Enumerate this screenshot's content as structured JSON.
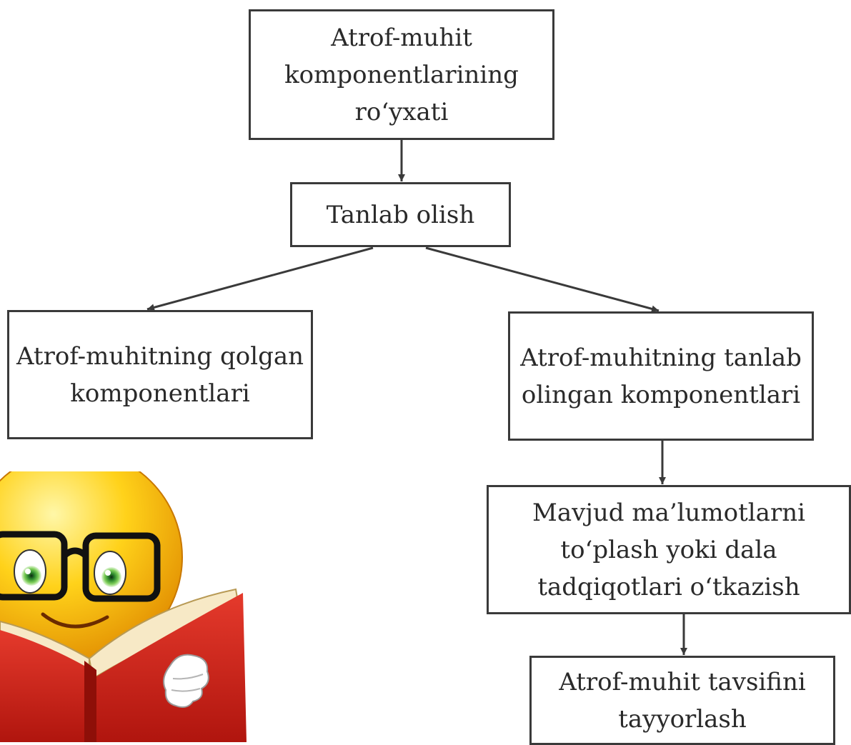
{
  "nodes": {
    "list": "Atrof-muhit\nkomponentlarining\nro‘yxati",
    "select": "Tanlab olish",
    "remaining": "Atrof-muhitning qolgan\nkomponentlari",
    "selected": "Atrof-muhitning tanlab\nolingan komponentlari",
    "collect": "Mavjud ma’lumotlarni\nto‘plash yoki dala\ntadqiqotlari o‘tkazish",
    "describe": "Atrof-muhit tavsifini\ntayyorlash"
  },
  "edges": [
    {
      "from": "list",
      "to": "select"
    },
    {
      "from": "select",
      "to": "remaining"
    },
    {
      "from": "select",
      "to": "selected"
    },
    {
      "from": "selected",
      "to": "collect"
    },
    {
      "from": "collect",
      "to": "describe"
    }
  ],
  "decoration": "reading-emoji-icon"
}
